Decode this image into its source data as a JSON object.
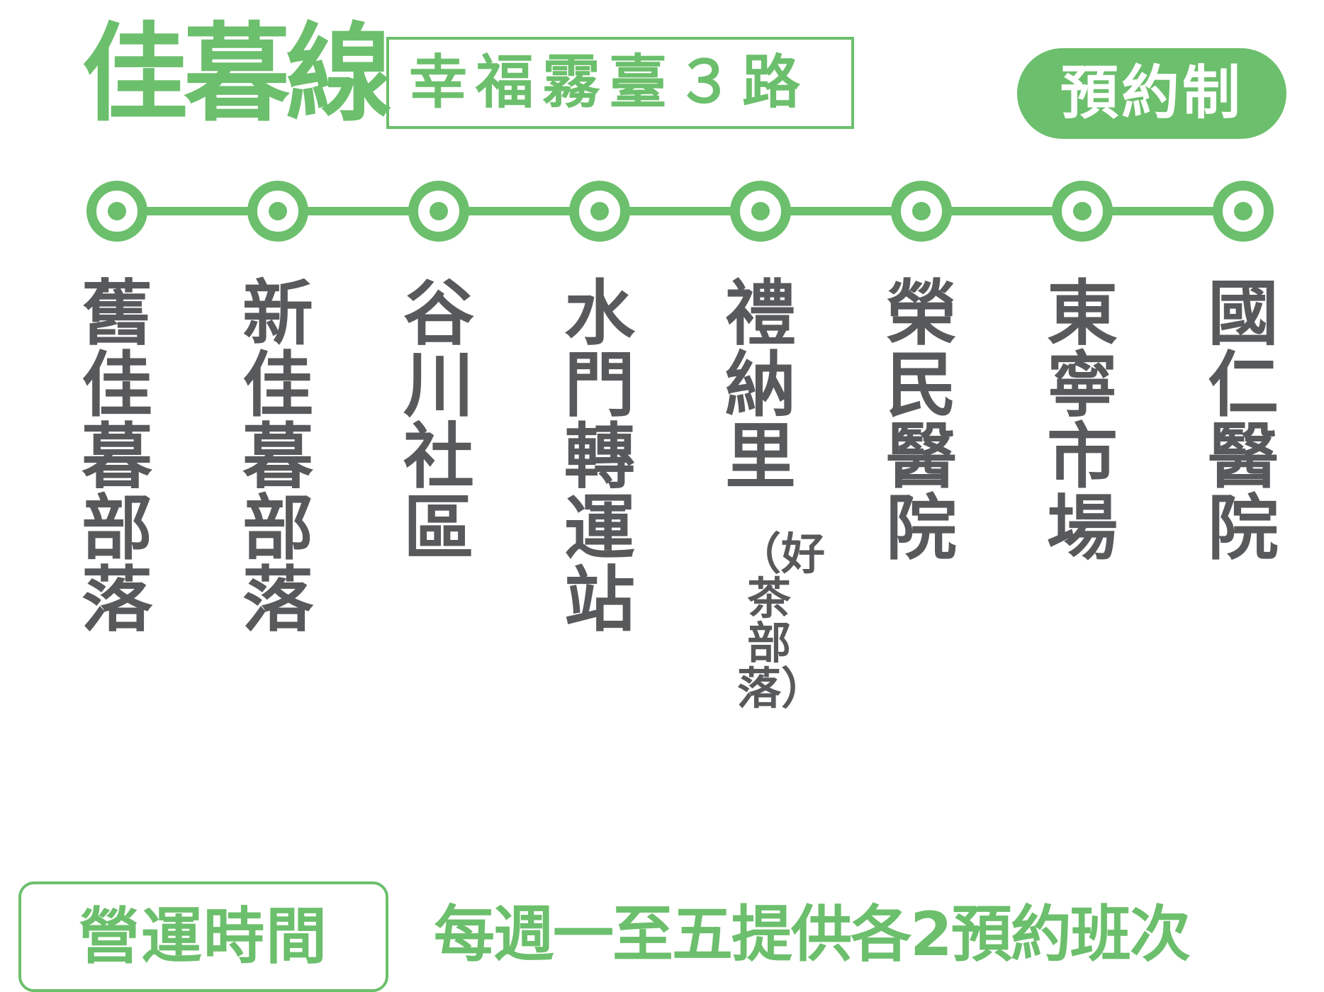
{
  "header": {
    "line_name": "佳暮線",
    "route_name": "幸福霧臺３路",
    "booking_label": "預約制"
  },
  "stops": [
    {
      "name": "舊佳暮部落"
    },
    {
      "name": "新佳暮部落"
    },
    {
      "name": "谷川社區"
    },
    {
      "name": "水門轉運站"
    },
    {
      "name": "禮納里",
      "note": "（好茶部落）"
    },
    {
      "name": "榮民醫院"
    },
    {
      "name": "東寧市場"
    },
    {
      "name": "國仁醫院"
    }
  ],
  "footer": {
    "hours_label": "營運時間",
    "service_info": "每週一至五提供各2預約班次"
  },
  "colors": {
    "accent_green": "#6cbf6c",
    "text_gray": "#58595b",
    "background": "#ffffff"
  }
}
